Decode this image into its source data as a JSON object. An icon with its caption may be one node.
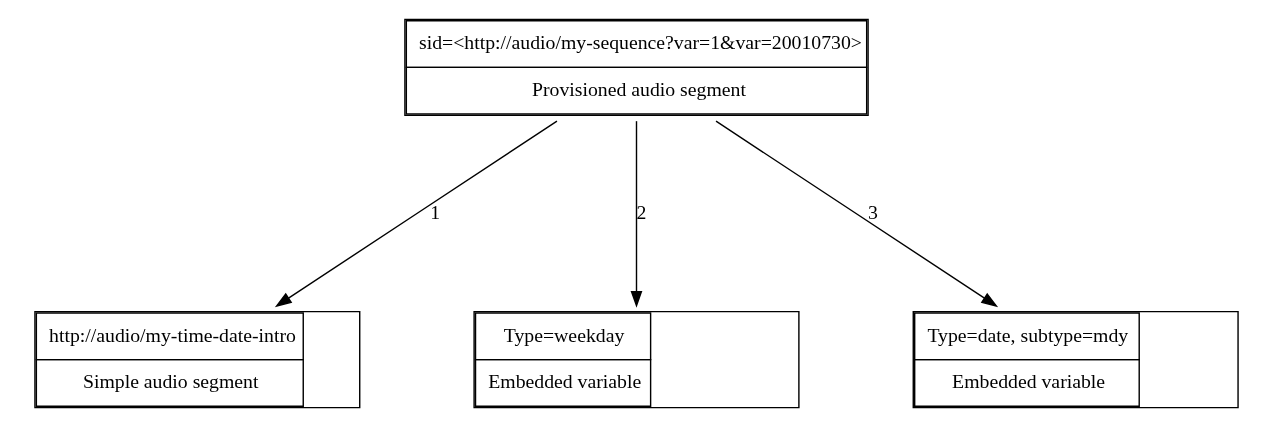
{
  "diagram": {
    "nodes": [
      {
        "text": [
          "sid=<http://audio/my-sequence?var=1&var=20010730>",
          "Provisioned audio segment"
        ]
      },
      {
        "text": [
          "http://audio/my-time-date-intro",
          "Simple audio segment"
        ]
      },
      {
        "text": [
          "Type=weekday",
          "Embedded variable"
        ]
      },
      {
        "text": [
          "Type=date, subtype=mdy",
          "Embedded variable"
        ]
      }
    ],
    "edges": [
      {
        "from": 0,
        "to": 1,
        "arrow": "to",
        "label": "1"
      },
      {
        "from": 0,
        "to": 2,
        "arrow": "to",
        "label": "2"
      },
      {
        "from": 0,
        "to": 3,
        "arrow": "to",
        "label": "3"
      }
    ]
  }
}
